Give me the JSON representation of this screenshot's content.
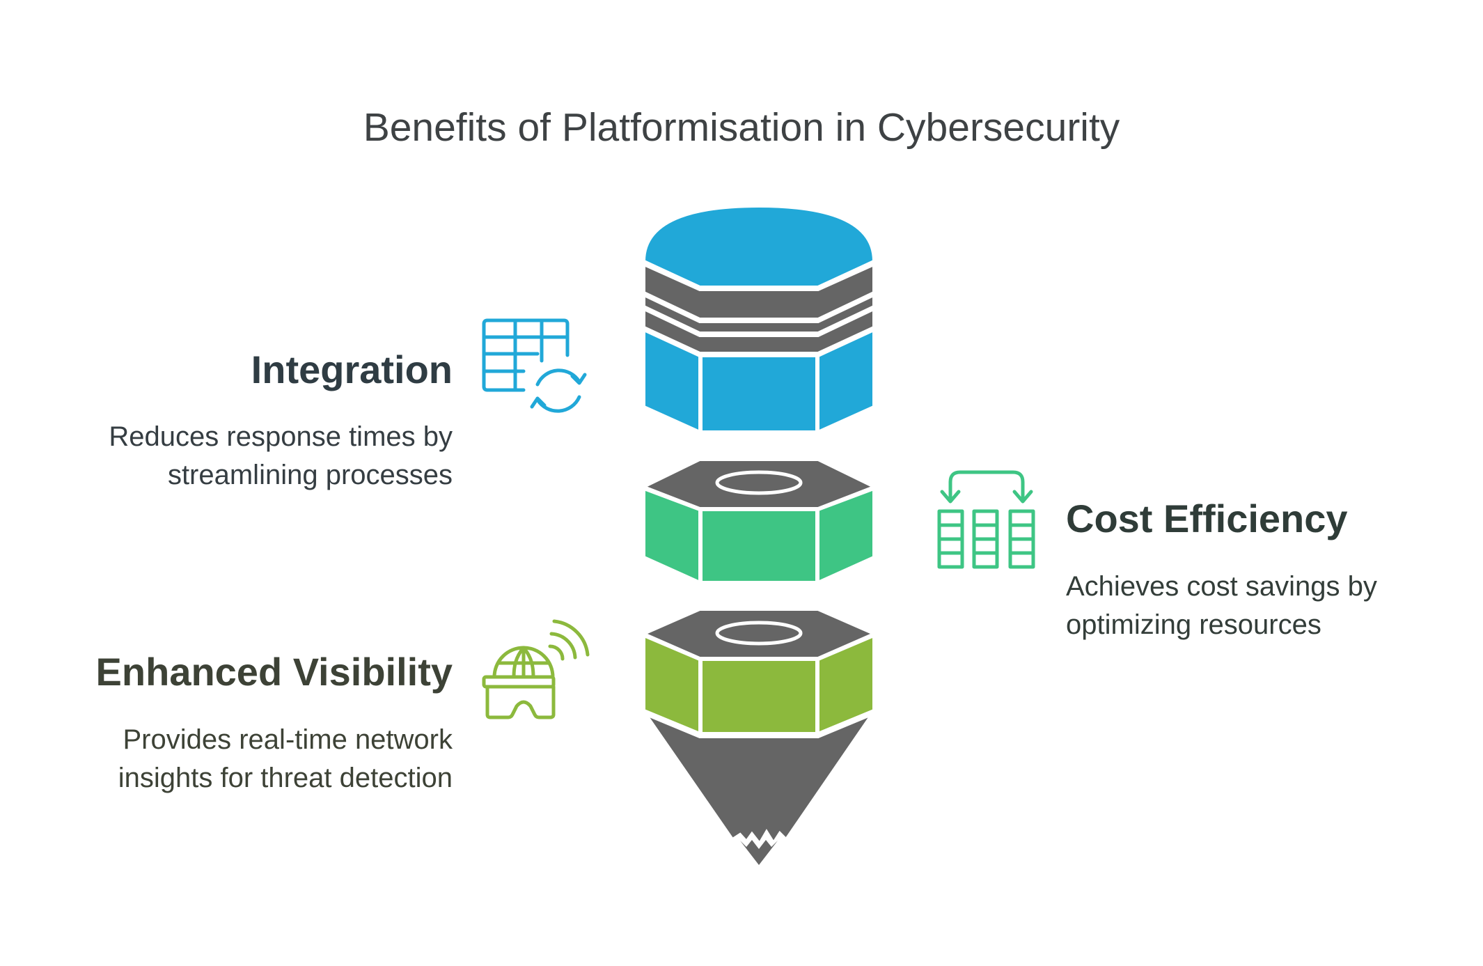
{
  "title": "Benefits of Platformisation in Cybersecurity",
  "colors": {
    "blue": "#21a8d8",
    "green": "#3ec584",
    "lime": "#8cb93d",
    "gray": "#656565",
    "text_dark": "#2f3c43"
  },
  "items": [
    {
      "heading": "Integration",
      "line1": "Reduces response times by",
      "line2": "streamlining processes",
      "icon": "table-refresh-icon",
      "color": "#21a8d8"
    },
    {
      "heading": "Cost Efficiency",
      "line1": "Achieves cost savings by",
      "line2": "optimizing resources",
      "icon": "columns-exchange-icon",
      "color": "#3ec584"
    },
    {
      "heading": "Enhanced Visibility",
      "line1": "Provides real-time network",
      "line2": "insights for threat detection",
      "icon": "vr-globe-signal-icon",
      "color": "#8cb93d"
    }
  ]
}
